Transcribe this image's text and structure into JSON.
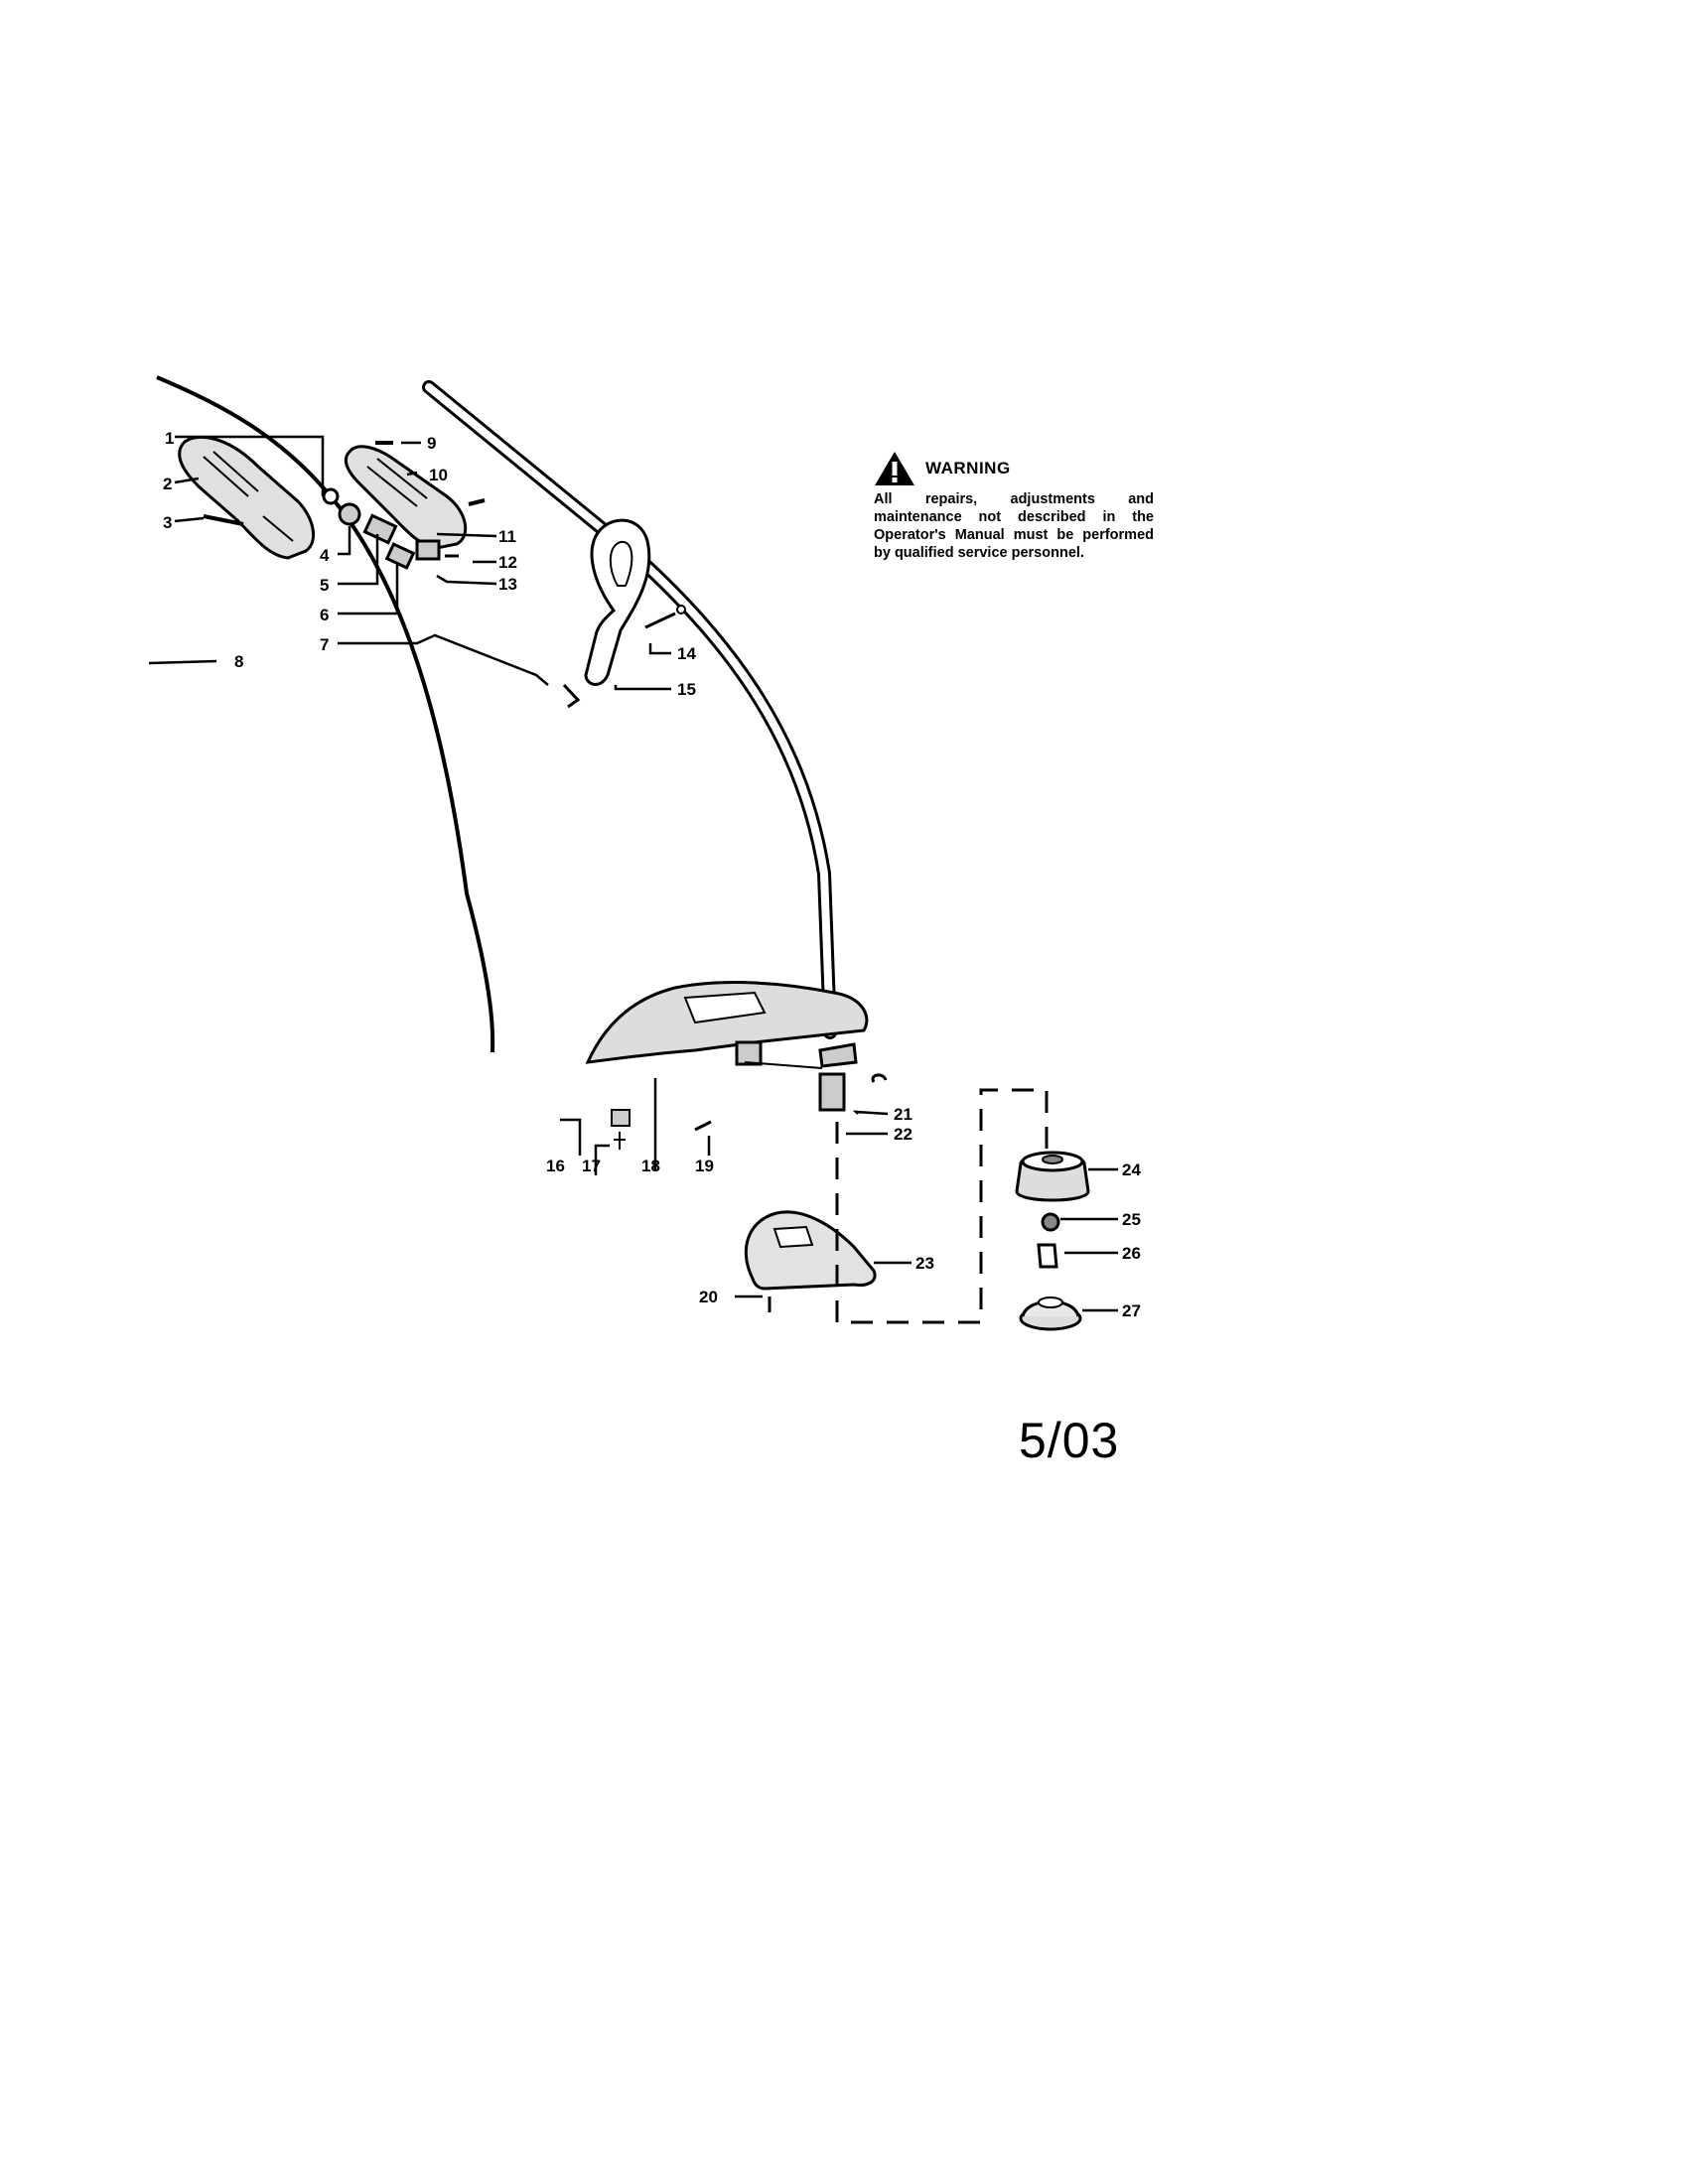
{
  "warning": {
    "title": "WARNING",
    "text": "All repairs, adjustments and maintenance not described in the Operator's Manual must be performed by qualified service personnel.",
    "icon": "warning-triangle-icon"
  },
  "date_code": "5/03",
  "callouts": [
    "1",
    "2",
    "3",
    "4",
    "5",
    "6",
    "7",
    "8",
    "9",
    "10",
    "11",
    "12",
    "13",
    "14",
    "15",
    "16",
    "17",
    "18",
    "19",
    "20",
    "21",
    "22",
    "23",
    "24",
    "25",
    "26",
    "27"
  ],
  "colors": {
    "ink": "#000000",
    "paper": "#ffffff",
    "part_fill": "#d8d8d8"
  }
}
